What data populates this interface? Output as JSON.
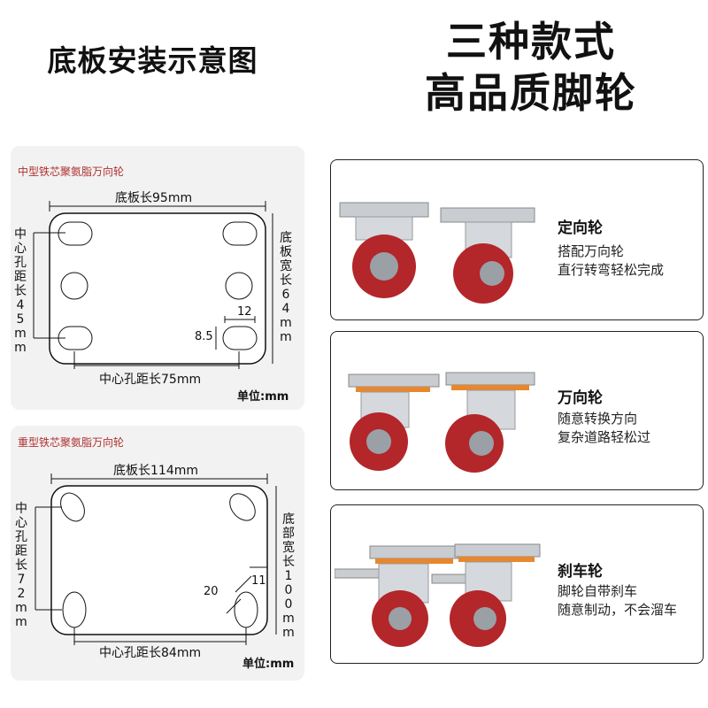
{
  "header": {
    "left_title": "底板安装示意图",
    "right_title_line1": "三种款式",
    "right_title_line2": "高品质脚轮"
  },
  "diagrams": [
    {
      "label": "中型铁芯聚氨脂万向轮",
      "plate_length": "底板长95mm",
      "plate_width": "底板宽长64mm",
      "hole_v_distance": "中心孔距长45mm",
      "hole_h_distance": "中心孔距长75mm",
      "slot_w": "12",
      "slot_h": "8.5",
      "unit": "单位:mm"
    },
    {
      "label": "重型铁芯聚氨脂万向轮",
      "plate_length": "底板长114mm",
      "plate_width": "底部宽长100mm",
      "hole_v_distance": "中心孔距长72mm",
      "hole_h_distance": "中心孔距长84mm",
      "slot_w": "11",
      "slot_h": "20",
      "unit": "单位:mm"
    }
  ],
  "cards": [
    {
      "title": "定向轮",
      "line1": "搭配万向轮",
      "line2": "直行转弯轻松完成",
      "type": "fixed"
    },
    {
      "title": "万向轮",
      "line1": "随意转换方向",
      "line2": "复杂道路轻松过",
      "type": "swivel"
    },
    {
      "title": "刹车轮",
      "line1": "脚轮自带刹车",
      "line2": "随意制动，不会溜车",
      "type": "brake"
    }
  ],
  "colors": {
    "wheel_red": "#b3262a",
    "hub_gray": "#9aa0a6",
    "metal": "#c9cdd2",
    "ring_orange": "#e8872c"
  }
}
